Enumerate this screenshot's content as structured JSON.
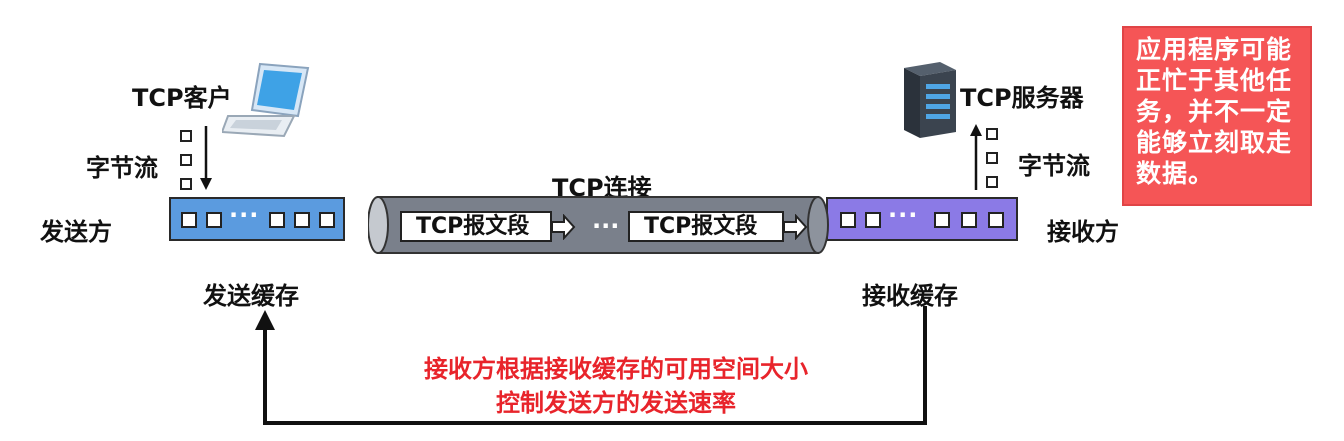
{
  "labels": {
    "tcp_client": "TCP客户",
    "tcp_server": "TCP服务器",
    "byte_stream_left": "字节流",
    "byte_stream_right": "字节流",
    "sender": "发送方",
    "receiver": "接收方",
    "tcp_connection": "TCP连接",
    "segment_1": "TCP报文段",
    "segment_2": "TCP报文段",
    "segment_ellipsis": "···",
    "send_buffer": "发送缓存",
    "recv_buffer": "接收缓存",
    "buffer_ellipsis": "···",
    "flow_control_line1": "接收方根据接收缓存的可用空间大小",
    "flow_control_line2": "控制发送方的发送速率",
    "note": "应用程序可能正忙于其他任务，并不一定能够立刻取走数据。"
  },
  "icons": {
    "client": "laptop-icon",
    "server": "server-icon"
  },
  "colors": {
    "send_buffer": "#5b9bdf",
    "recv_buffer": "#8b7ae6",
    "pipe": "#7a808b",
    "note_bg": "#f55556",
    "flow_text": "#e8242b"
  }
}
